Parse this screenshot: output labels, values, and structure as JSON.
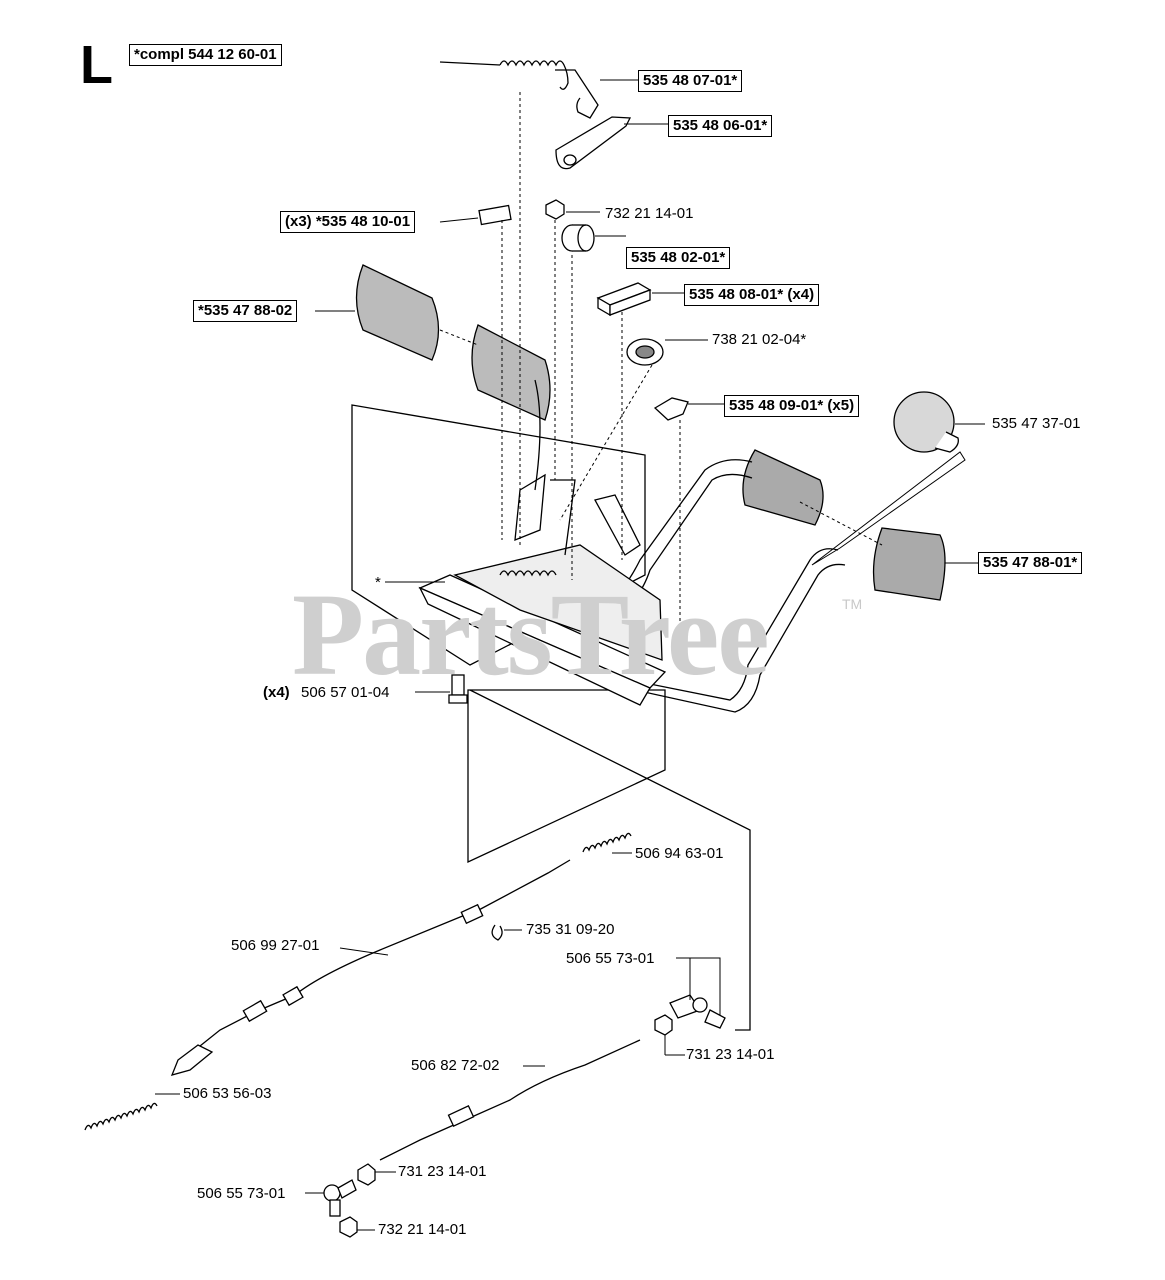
{
  "section_letter": "L",
  "watermark": "PartsTree",
  "watermark_tm": "TM",
  "labels": {
    "compl": "*compl 544 12 60-01",
    "p1": "535 48 07-01*",
    "p2": "535 48 06-01*",
    "p3": "(x3) *535 48 10-01",
    "p4": "732 21 14-01",
    "p5": "535 48 02-01*",
    "p6": "*535 47 88-02",
    "p7": "535 48 08-01* (x4)",
    "p8": "738 21 02-04*",
    "p9": "535 48 09-01* (x5)",
    "p10": "535 47 37-01",
    "p11": "535 47 88-01*",
    "star": "*",
    "p12_qty": "(x4)",
    "p12": "506 57 01-04",
    "p13": "506 94 63-01",
    "p14": "735 31 09-20",
    "p15": "506 99 27-01",
    "p16": "506 55 73-01",
    "p17": "731 23 14-01",
    "p18": "506 82 72-02",
    "p19": "506 53 56-03",
    "p20": "731 23 14-01",
    "p21": "506 55 73-01",
    "p22": "732 21 14-01"
  }
}
